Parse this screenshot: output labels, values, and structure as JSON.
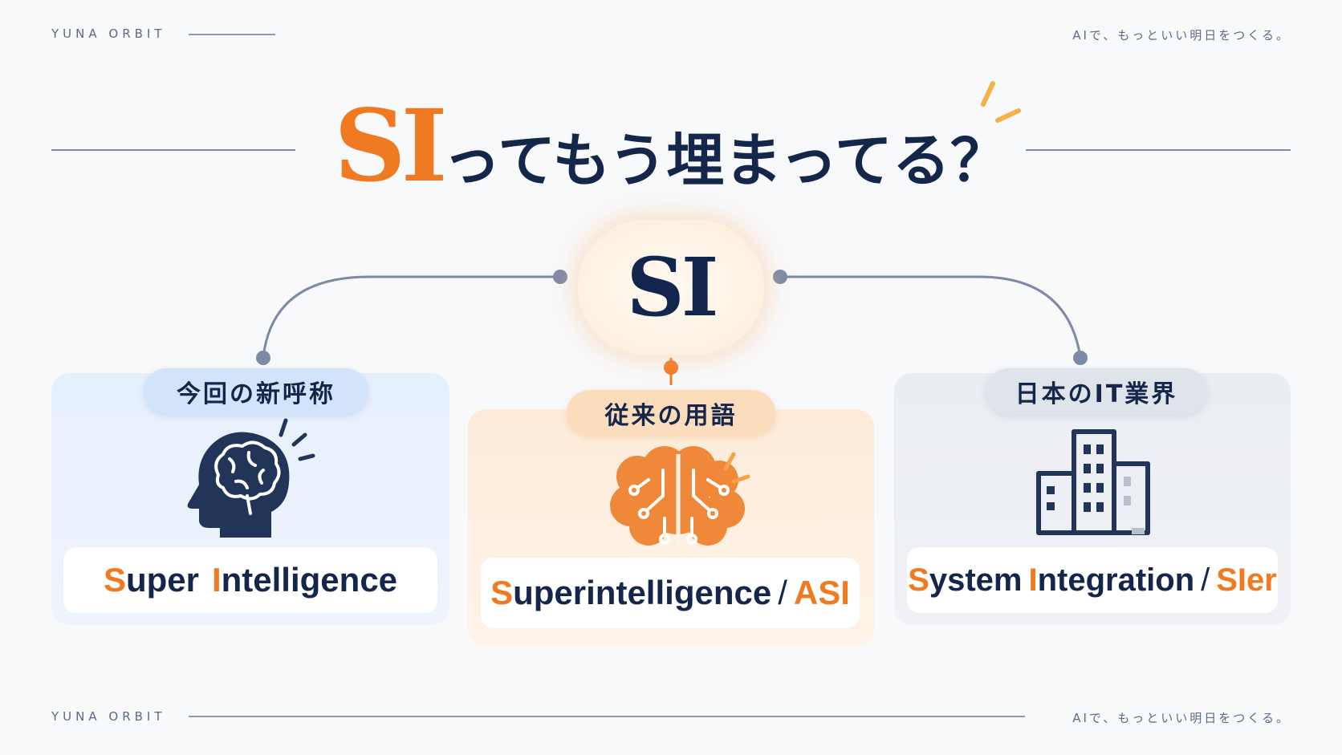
{
  "header": {
    "brand": "YUNA ORBIT",
    "tagline": "AIで、もっといい明日をつくる。"
  },
  "title": {
    "highlight": "SI",
    "rest": "ってもう埋まってる？"
  },
  "hub": {
    "label": "SI"
  },
  "cards": {
    "left": {
      "pill": "今回の新呼称",
      "icon": "head-brain-icon",
      "term_parts": [
        "S",
        "uper",
        "I",
        "ntelligence"
      ]
    },
    "center": {
      "pill": "従来の用語",
      "icon": "circuit-brain-icon",
      "term_parts": [
        "S",
        "uperintelligence",
        "/",
        "ASI"
      ]
    },
    "right": {
      "pill": "日本のIT業界",
      "icon": "office-building-icon",
      "term_parts": [
        "S",
        "ystem ",
        "I",
        "ntegration",
        "/",
        "SIer"
      ]
    }
  },
  "footer": {
    "brand": "YUNA ORBIT",
    "tagline": "AIで、もっといい明日をつくる。"
  },
  "colors": {
    "accent": "#f07a22",
    "navy": "#14264a",
    "connector": "#7d8aa6"
  }
}
